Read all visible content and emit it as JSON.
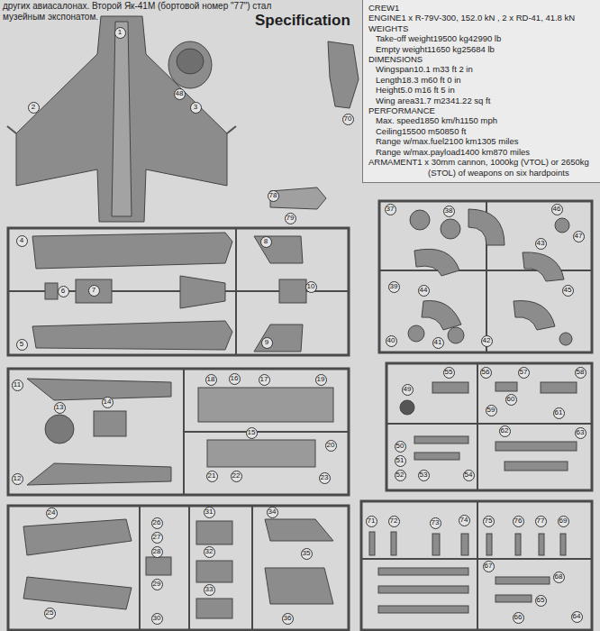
{
  "diagram": {
    "title": "Specification",
    "nodes": [
      {
        "text": [
          "CREW1",
          "ENGINE1 x R-79V-300, 152.0 kN , 2 x RD-41, 41.8 kN",
          "WEIGHTS",
          "Take-off weight19500 kg42990 lb",
          "Empty weight11650 kg25684 lb",
          "DIMENSIONS",
          "Wingspan10.1 m33 ft 2 in",
          "Length18.3 m60 ft 0 in",
          "Height5.0 m16 ft 5 in",
          "Wing area31.7 m2341.22 sq ft",
          "PERFORMANCE",
          "Max. speed1850 km/h1150 mph",
          "Ceiling15500 m50850 ft",
          "Range w/max.fuel2100 km1305 miles",
          "Range w/max.payload1400 km870 miles",
          "ARMAMENT1 x 30mm cannon, 1000kg (VTOL) or 2650kg (STOL) of weapons on six hardpoints"
        ]
      }
    ],
    "labels": [
      "других авиасалонах. Второй Як-41М (бортовой номер \"77\") стал музейным экспонатом.",
      "1",
      "2",
      "3",
      "48",
      "70",
      "78",
      "79",
      "4",
      "5",
      "6",
      "7",
      "8",
      "9",
      "10",
      "37",
      "38",
      "46",
      "47",
      "43",
      "44",
      "45",
      "39",
      "40",
      "41",
      "42",
      "11",
      "12",
      "13",
      "14",
      "18",
      "16",
      "17",
      "19",
      "15",
      "20",
      "21",
      "22",
      "23",
      "55",
      "56",
      "57",
      "58",
      "49",
      "60",
      "59",
      "61",
      "62",
      "63",
      "50",
      "51",
      "52",
      "53",
      "54",
      "71",
      "72",
      "73",
      "74",
      "75",
      "76",
      "77",
      "69",
      "68",
      "67",
      "66",
      "65",
      "64",
      "24",
      "25",
      "26",
      "27",
      "28",
      "29",
      "30",
      "31",
      "32",
      "33",
      "34",
      "35",
      "36"
    ]
  }
}
